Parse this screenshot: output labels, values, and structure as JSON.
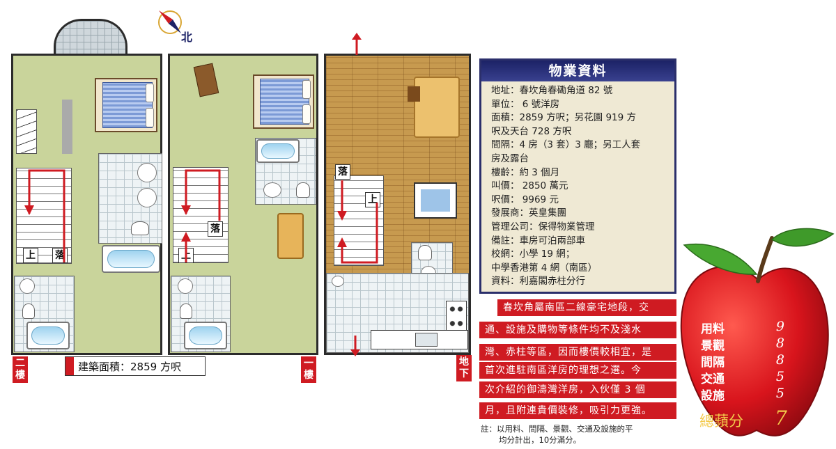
{
  "compass": {
    "label": "北"
  },
  "floors": {
    "second": {
      "tag": "二樓"
    },
    "first": {
      "tag": "一樓"
    },
    "ground": {
      "tag": "地下"
    }
  },
  "stairs": {
    "up": "上",
    "down": "落"
  },
  "area_caption": "建築面積：2859 方呎",
  "info": {
    "title": "物業資料",
    "rows": [
      "地址：春坎角春磡角道 82 號",
      "單位： 6 號洋房",
      "面積：2859 方呎；另花園 919 方",
      "呎及天台 728 方呎",
      "間隔：4 房（3 套）3 廳；另工人套",
      "房及露台",
      "樓齡：約 3 個月",
      "叫價： 2850 萬元",
      "呎價： 9969 元",
      "發展商：英皇集團",
      "管理公司：保得物業管理",
      "備註：車房可泊兩部車",
      "校網：小學 19 網；",
      "中學香港第 4 網（南區）",
      "資料：利嘉閣赤柱分行"
    ]
  },
  "description": [
    "春坎角屬南區二線豪宅地段，交",
    "通、設施及購物等條件均不及淺水",
    "灣、赤柱等區，因而樓價較相宜，是",
    "首次進駐南區洋房的理想之選。今",
    "次介紹的御濤灣洋房，入伙僅 3 個",
    "月，且附連貴價裝修，吸引力更強。"
  ],
  "scores": [
    {
      "label": "用料",
      "value": "9"
    },
    {
      "label": "景觀",
      "value": "8"
    },
    {
      "label": "間隔",
      "value": "8"
    },
    {
      "label": "交通",
      "value": "5"
    },
    {
      "label": "設施",
      "value": "5"
    }
  ],
  "total": {
    "label": "總蘋分",
    "value": "7"
  },
  "note": [
    "註：以用料、間隔、景觀、交通及設施的平",
    "均分計出，10分滿分。"
  ],
  "colors": {
    "red": "#cf1b22",
    "navy": "#1c2266",
    "floor": "#c9d49b",
    "apple": "#d8141c",
    "leaf": "#3f9a2a"
  }
}
